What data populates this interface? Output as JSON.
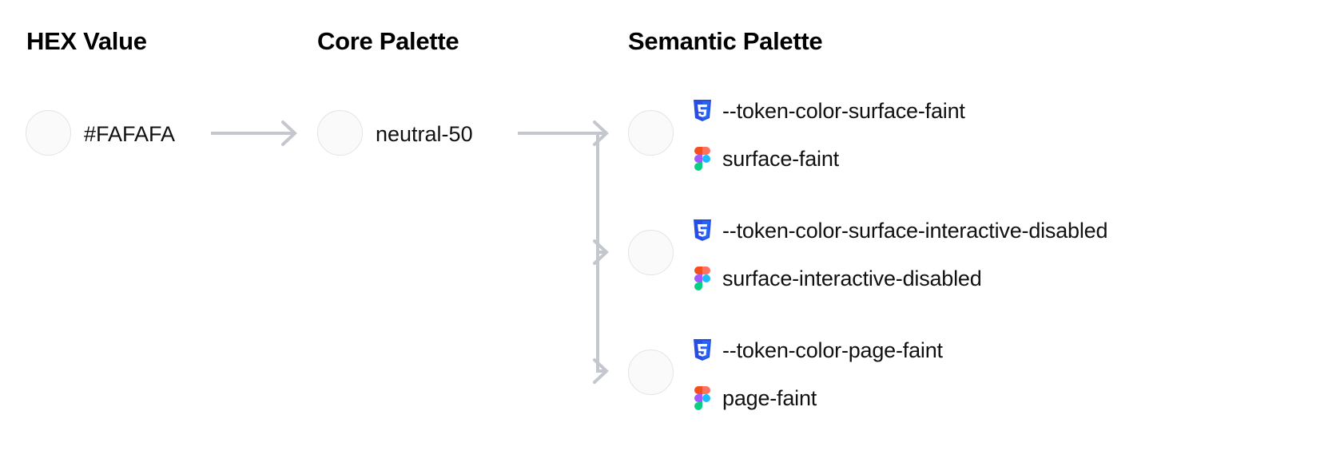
{
  "columns": {
    "hex": {
      "heading": "HEX Value"
    },
    "core": {
      "heading": "Core Palette"
    },
    "semantic": {
      "heading": "Semantic Palette"
    }
  },
  "hex": {
    "value": "#FAFAFA",
    "swatch_color": "#FAFAFA"
  },
  "core": {
    "value": "neutral-50",
    "swatch_color": "#FAFAFA"
  },
  "semantic": {
    "rows": [
      {
        "swatch_color": "#FAFAFA",
        "css_icon": "css3-icon",
        "css_token": "--token-color-surface-faint",
        "figma_icon": "figma-icon",
        "figma_token": "surface-faint"
      },
      {
        "swatch_color": "#FAFAFA",
        "css_icon": "css3-icon",
        "css_token": "--token-color-surface-interactive-disabled",
        "figma_icon": "figma-icon",
        "figma_token": "surface-interactive-disabled"
      },
      {
        "swatch_color": "#FAFAFA",
        "css_icon": "css3-icon",
        "css_token": "--token-color-page-faint",
        "figma_icon": "figma-icon",
        "figma_token": "page-faint"
      }
    ]
  },
  "colors": {
    "background": "#FFFFFF",
    "text": "#111111",
    "swatch_fill": "#FAFAFA",
    "swatch_border": "#E4E4E7",
    "connector": "#C4C7CE",
    "css3_blue": "#264DE4",
    "css3_blue_light": "#2965F1",
    "figma_orange": "#F24E1E",
    "figma_salmon": "#FF7262",
    "figma_purple": "#A259FF",
    "figma_cyan": "#1ABCFE",
    "figma_green": "#0ACF83"
  },
  "arrows": {
    "hex_to_core": "arrow-right",
    "core_to_semantic": "branching-arrow-right"
  }
}
